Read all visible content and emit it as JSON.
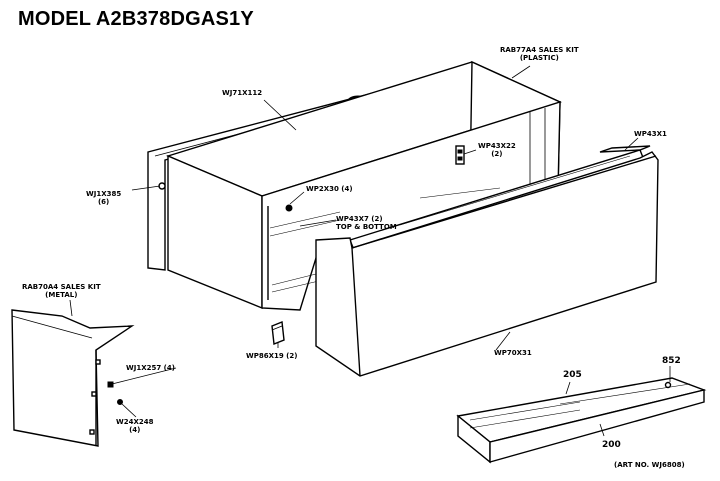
{
  "title": "MODEL A2B378DGAS1Y",
  "callouts": {
    "rab77a4_line1": "RAB77A4 SALES KIT",
    "rab77a4_line2": "(PLASTIC)",
    "wj71x112": "WJ71X112",
    "wp43x1": "WP43X1",
    "wp43x22_line1": "WP43X22",
    "wp43x22_line2": "(2)",
    "wj1x385_line1": "WJ1X385",
    "wj1x385_line2": "(6)",
    "wp2x30": "WP2X30 (4)",
    "wp43x7_line1": "WP43X7 (2)",
    "wp43x7_line2": "TOP & BOTTOM",
    "rab70a4_line1": "RAB70A4 SALES KIT",
    "rab70a4_line2": "(METAL)",
    "wj1x257": "WJ1X257 (4)",
    "w24x248_line1": "W24X248",
    "w24x248_line2": "(4)",
    "wp86x19": "WP86X19 (2)",
    "wp70x31": "WP70X31",
    "n852": "852",
    "n205": "205",
    "n200": "200",
    "art_no": "(ART NO. WJ6808)"
  }
}
